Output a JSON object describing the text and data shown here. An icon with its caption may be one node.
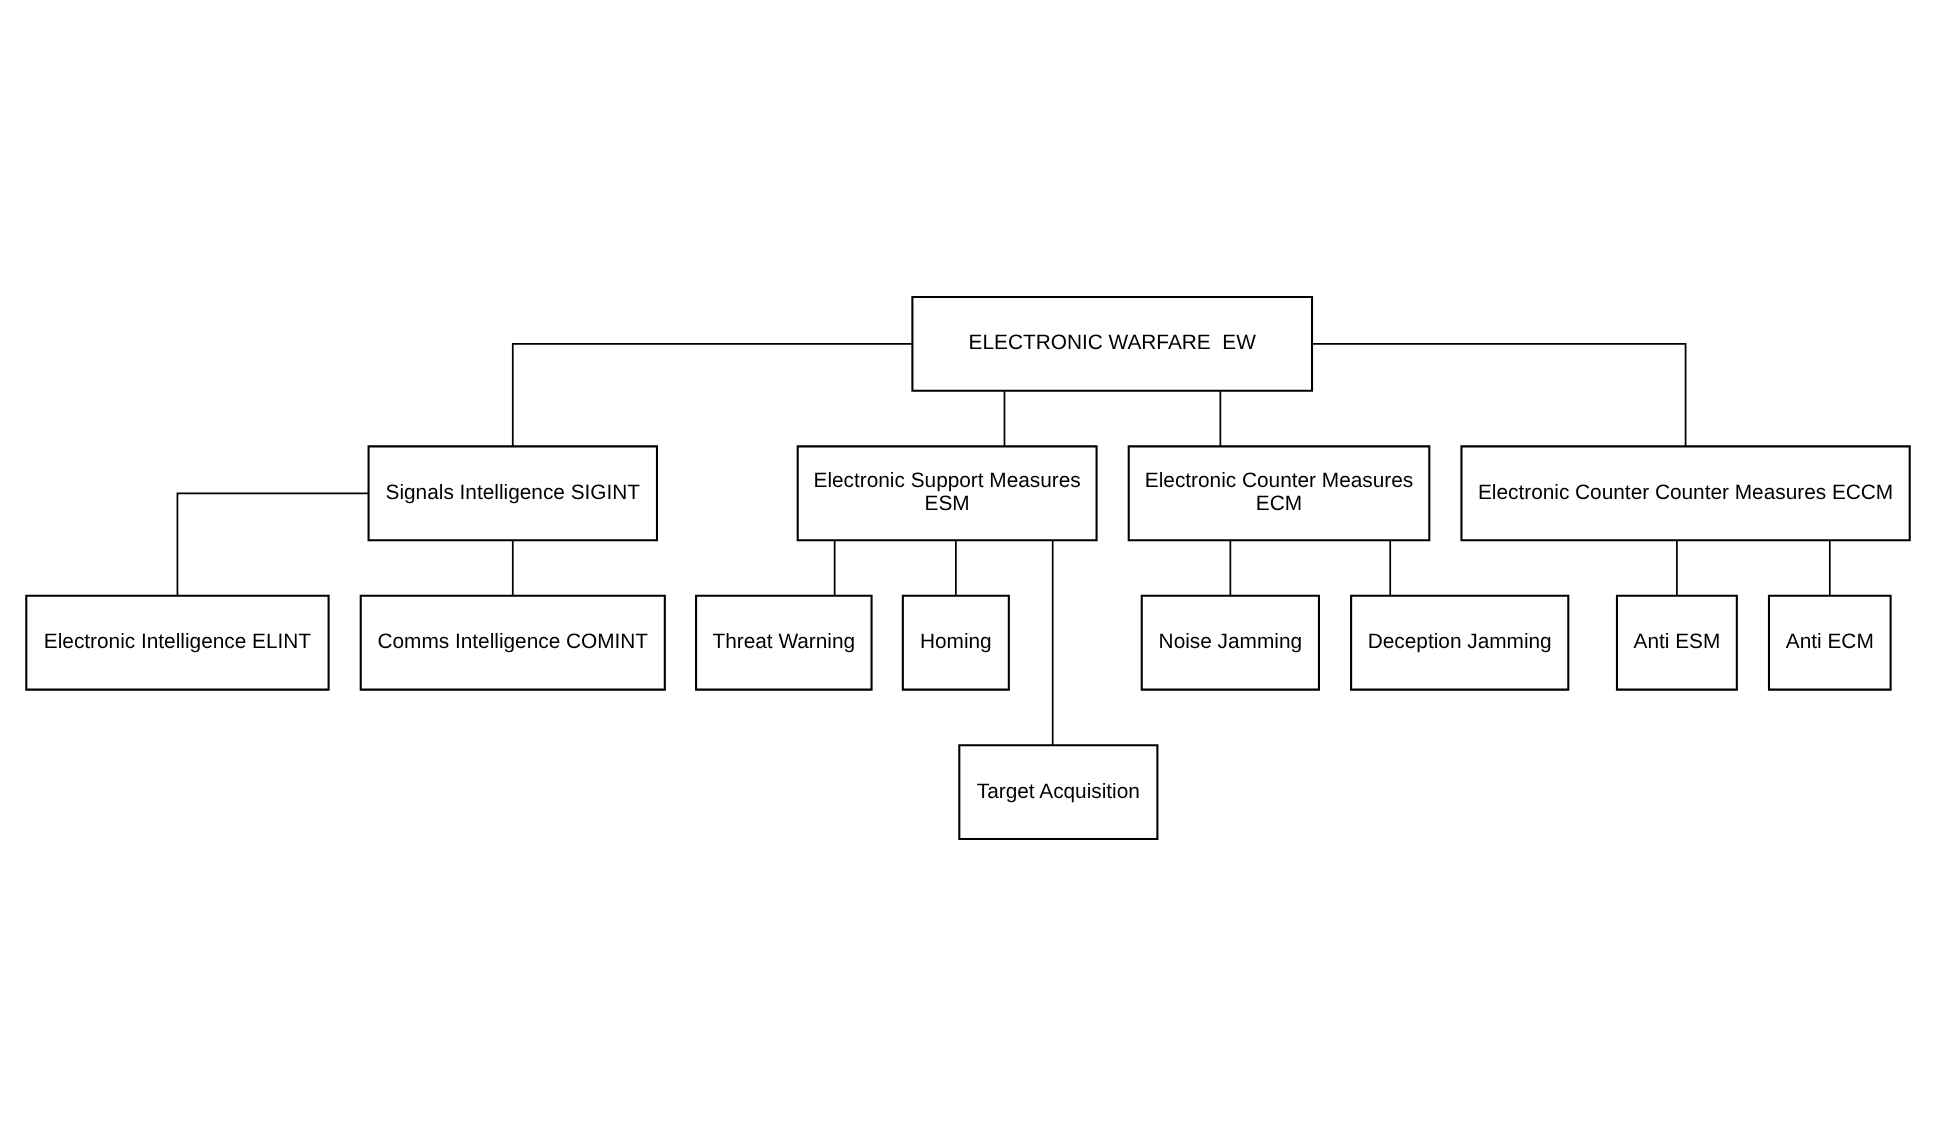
{
  "diagram": {
    "nodes": [
      {
        "text": [
          "ELECTRONIC WARFARE  EW"
        ]
      },
      {
        "text": [
          "Signals Intelligence SIGINT"
        ]
      },
      {
        "text": [
          "Electronic Support Measures",
          "ESM"
        ]
      },
      {
        "text": [
          "Electronic Counter Measures",
          "ECM"
        ]
      },
      {
        "text": [
          "Electronic Counter Counter Measures ECCM"
        ]
      },
      {
        "text": [
          "Electronic Intelligence ELINT"
        ]
      },
      {
        "text": [
          "Comms Intelligence COMINT"
        ]
      },
      {
        "text": [
          "Threat Warning"
        ]
      },
      {
        "text": [
          "Homing"
        ]
      },
      {
        "text": [
          "Target Acquisition"
        ]
      },
      {
        "text": [
          "Noise Jamming"
        ]
      },
      {
        "text": [
          "Deception Jamming"
        ]
      },
      {
        "text": [
          "Anti ESM"
        ]
      },
      {
        "text": [
          "Anti ECM"
        ]
      }
    ],
    "edges": [
      {
        "from": 0,
        "to": 1,
        "arrow": "none"
      },
      {
        "from": 0,
        "to": 2,
        "arrow": "none"
      },
      {
        "from": 0,
        "to": 3,
        "arrow": "none"
      },
      {
        "from": 0,
        "to": 4,
        "arrow": "none"
      },
      {
        "from": 1,
        "to": 5,
        "arrow": "none"
      },
      {
        "from": 1,
        "to": 6,
        "arrow": "none"
      },
      {
        "from": 2,
        "to": 7,
        "arrow": "none"
      },
      {
        "from": 2,
        "to": 8,
        "arrow": "none"
      },
      {
        "from": 2,
        "to": 9,
        "arrow": "none"
      },
      {
        "from": 3,
        "to": 10,
        "arrow": "none"
      },
      {
        "from": 3,
        "to": 11,
        "arrow": "none"
      },
      {
        "from": 4,
        "to": 12,
        "arrow": "none"
      },
      {
        "from": 4,
        "to": 13,
        "arrow": "none"
      }
    ]
  }
}
